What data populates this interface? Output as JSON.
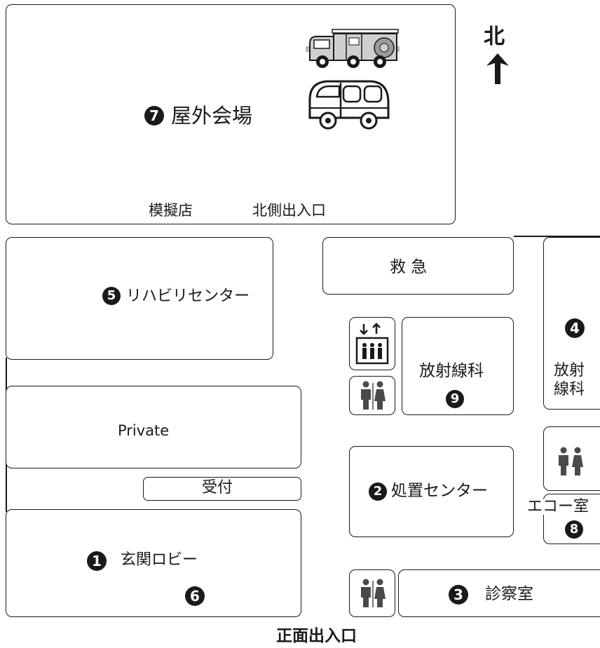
{
  "compass": {
    "label": "北"
  },
  "outdoor_venue": {
    "number": "7",
    "label": "屋外会場",
    "mock_shop": "模擬店",
    "north_entrance": "北側出入口"
  },
  "rehab_center": {
    "number": "5",
    "label": "リハビリセンター"
  },
  "private_room": {
    "label": "Private"
  },
  "reception": {
    "label": "受付"
  },
  "entrance_lobby": {
    "number": "1",
    "label": "玄関ロビー",
    "number_secondary": "6"
  },
  "emergency": {
    "label": "救 急"
  },
  "radiology_9": {
    "label": "放射線科",
    "number": "9"
  },
  "radiology_4": {
    "number": "4",
    "label_line1": "放射",
    "label_line2": "線科"
  },
  "treatment_center": {
    "number": "2",
    "label": "処置センター"
  },
  "echo_room": {
    "label": "エコー室",
    "number": "8"
  },
  "exam_room": {
    "number": "3",
    "label": "診察室"
  },
  "main_entrance": {
    "label": "正面出入口"
  },
  "colors": {
    "line": "#1a1a1a",
    "background": "#ffffff",
    "vehicle_fill": "#cfcfcf"
  },
  "icons": [
    "fire-truck-icon",
    "bus-icon",
    "north-arrow-icon",
    "elevator-icon",
    "restroom-icon"
  ]
}
